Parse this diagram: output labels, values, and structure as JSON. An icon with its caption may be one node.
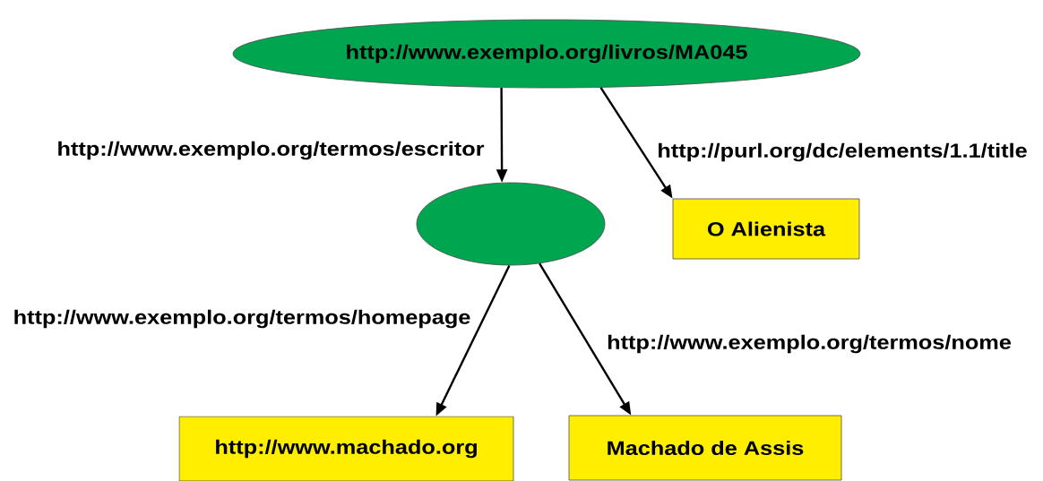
{
  "diagram": {
    "nodes": [
      {
        "text": [
          "http://www.exemplo.org/livros/MA045"
        ]
      },
      {
        "text": [],
        "shape": "ellipse"
      },
      {
        "text": [
          "O Alienista"
        ]
      },
      {
        "text": [
          "http://www.machado.org"
        ]
      },
      {
        "text": [
          "Machado de Assis"
        ]
      }
    ],
    "edges": [
      {
        "from": 0,
        "to": 1,
        "arrow": "to",
        "label": "http://www.exemplo.org/termos/escritor"
      },
      {
        "from": 0,
        "to": 2,
        "arrow": "to",
        "label": "http://purl.org/dc/elements/1.1/title"
      },
      {
        "from": 1,
        "to": 3,
        "arrow": "to",
        "label": "http://www.exemplo.org/termos/homepage"
      },
      {
        "from": 1,
        "to": 4,
        "arrow": "to",
        "label": "http://www.exemplo.org/termos/nome"
      }
    ]
  }
}
